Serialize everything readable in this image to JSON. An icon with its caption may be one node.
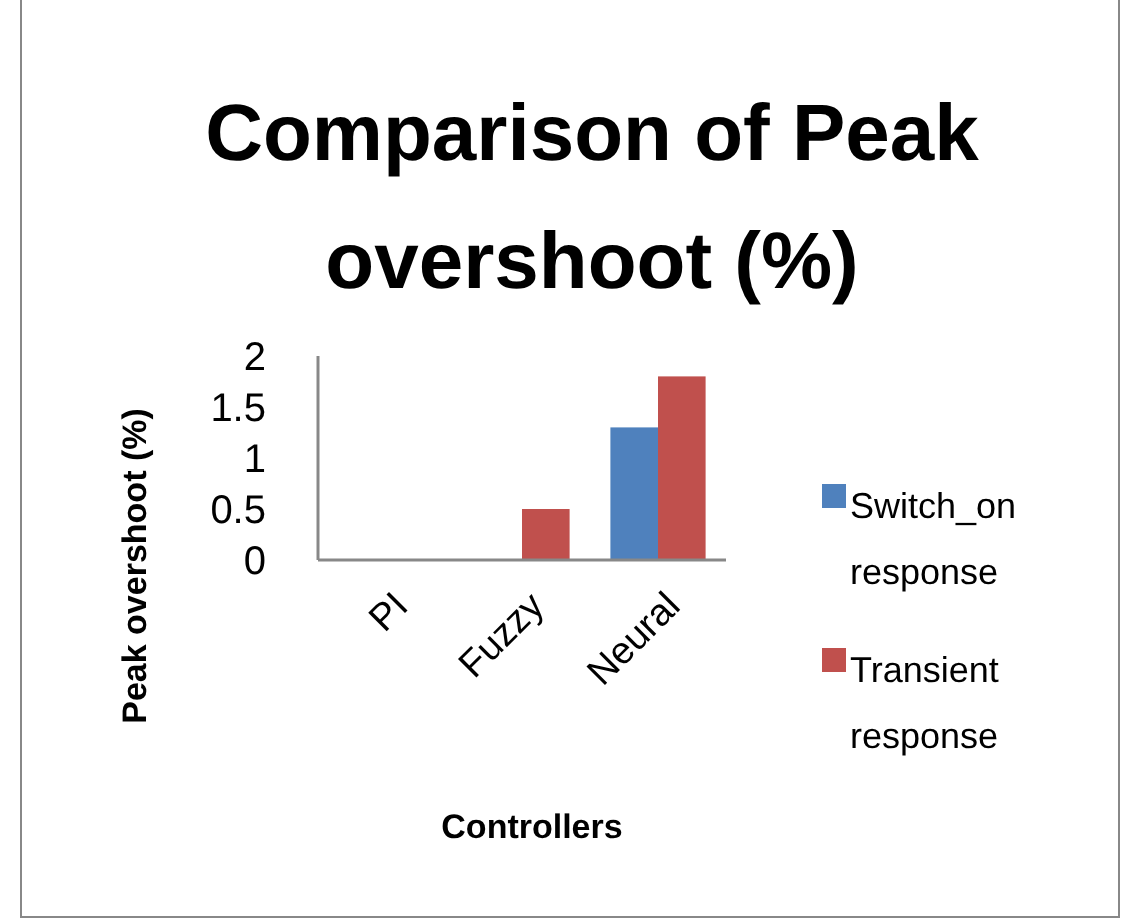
{
  "diagram": {
    "chart_data": {
      "type": "bar",
      "title": "Comparison of Peak overshoot (%)",
      "xlabel": "Controllers",
      "ylabel": "Peak overshoot (%)",
      "categories": [
        "PI",
        "Fuzzy",
        "Neural"
      ],
      "series": [
        {
          "name": "Switch_on response",
          "color": "#4f81bd",
          "values": [
            0,
            0,
            1.3
          ]
        },
        {
          "name": "Transient response",
          "color": "#c0504d",
          "values": [
            0,
            0.5,
            1.8
          ]
        }
      ],
      "legend": true,
      "ylim": [
        0,
        2
      ],
      "yticks": [
        0,
        0.5,
        1,
        1.5,
        2
      ]
    }
  }
}
